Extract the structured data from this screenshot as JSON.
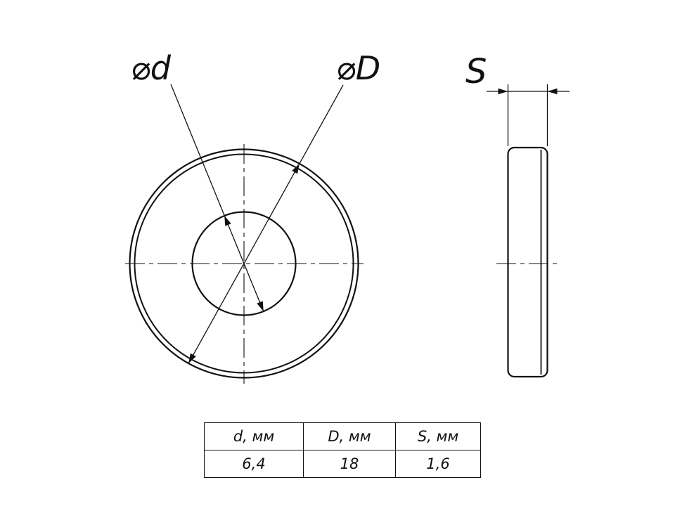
{
  "drawing": {
    "labels": {
      "inner_diameter": "⌀d",
      "outer_diameter": "⌀D",
      "thickness": "S"
    },
    "table": {
      "headers": [
        "d, мм",
        "D, мм",
        "S, мм"
      ],
      "values": [
        "6,4",
        "18",
        "1,6"
      ]
    },
    "colors": {
      "line": "#111111",
      "background": "#ffffff"
    }
  }
}
